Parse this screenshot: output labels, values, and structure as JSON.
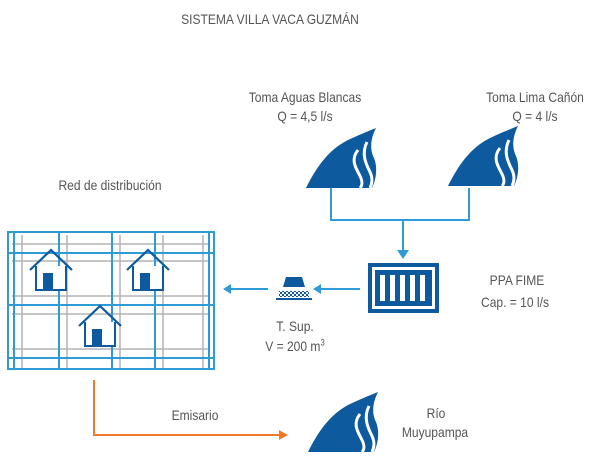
{
  "title": "SISTEMA VILLA VACA GUZMÁN",
  "sources": [
    {
      "name": "Toma Aguas Blancas",
      "flow": "Q = 4,5 l/s",
      "icon": "river-icon"
    },
    {
      "name": "Toma Lima Cañón",
      "flow": "Q = 4 l/s",
      "icon": "river-icon"
    }
  ],
  "plant": {
    "name": "PPA FIME",
    "capacity": "Cap. = 10 l/s",
    "icon": "filter-plant-icon"
  },
  "tank": {
    "name": "T. Sup.",
    "volume_prefix": "V = 200 m",
    "volume_exp": "3",
    "icon": "storage-tank-icon"
  },
  "network": {
    "name": "Red de distribución",
    "icon": "distribution-network-icon",
    "houses": 3
  },
  "outfall": {
    "label": "Emisario",
    "receiver": [
      "Río",
      "Muyupampa"
    ],
    "icon": "river-icon"
  },
  "colors": {
    "blue_dark": "#0d5a9e",
    "blue_line": "#2f9bd6",
    "grid_gray": "#b3b3b3",
    "orange": "#f07a2a",
    "text": "#555555"
  }
}
